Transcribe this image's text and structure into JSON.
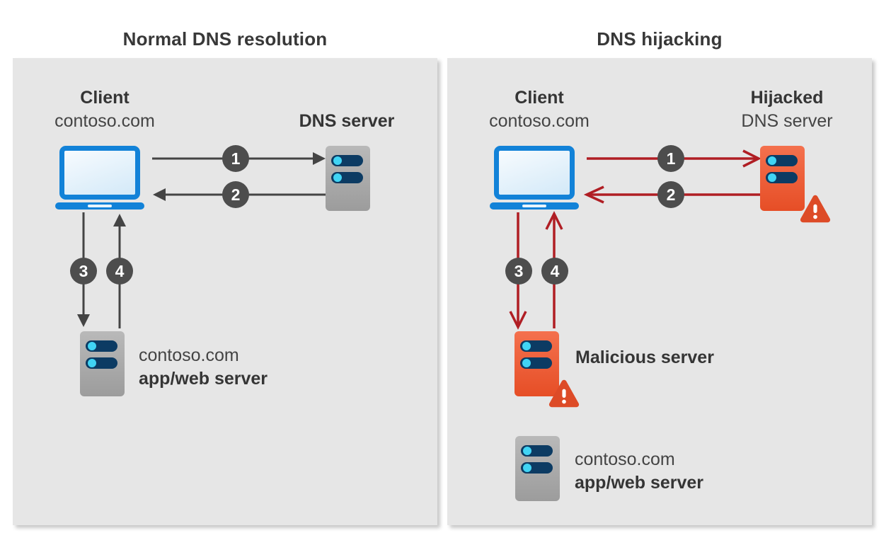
{
  "left_panel": {
    "title": "Normal DNS resolution",
    "client_name": "Client",
    "client_domain": "contoso.com",
    "dns_label": "DNS server",
    "steps": [
      "1",
      "2",
      "3",
      "4"
    ],
    "app_server_line1": "contoso.com",
    "app_server_line2": "app/web server"
  },
  "right_panel": {
    "title": "DNS hijacking",
    "client_name": "Client",
    "client_domain": "contoso.com",
    "dns_label_line1": "Hijacked",
    "dns_label_line2": "DNS server",
    "steps": [
      "1",
      "2",
      "3",
      "4"
    ],
    "malicious_label": "Malicious server",
    "app_server_line1": "contoso.com",
    "app_server_line2": "app/web server"
  },
  "colors": {
    "panel_bg": "#e6e6e6",
    "text_dark": "#383838",
    "step_circle": "#4d4d4d",
    "arrow_gray": "#444444",
    "arrow_red": "#b01e24",
    "laptop_blue": "#1282d8",
    "server_gray": "#a8a8a8",
    "server_orange": "#ec5c35",
    "disk_navy": "#0c3b63",
    "disk_dot_cyan": "#41d4f4",
    "warning_triangle": "#dd4b27"
  }
}
